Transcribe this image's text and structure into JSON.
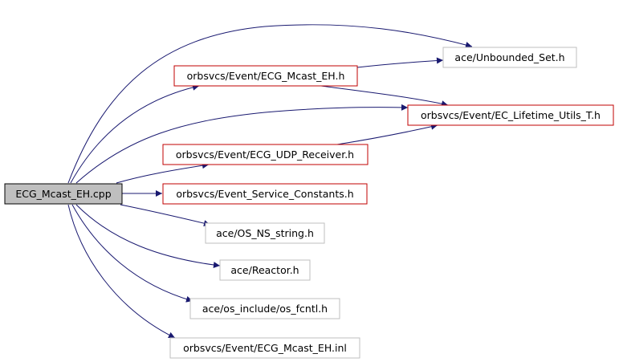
{
  "colors": {
    "root_fill": "#bfbfbf",
    "root_border": "#000000",
    "documented_border": "#c00000",
    "undocumented_border": "#bfbfbf",
    "edge": "#191970"
  },
  "nodes": [
    {
      "id": "root",
      "label": "ECG_Mcast_EH.cpp",
      "kind": "root"
    },
    {
      "id": "unbounded-set",
      "label": "ace/Unbounded_Set.h",
      "kind": "undocumented"
    },
    {
      "id": "ecg-mcast-eh-h",
      "label": "orbsvcs/Event/ECG_Mcast_EH.h",
      "kind": "documented"
    },
    {
      "id": "ec-lifetime-utils",
      "label": "orbsvcs/Event/EC_Lifetime_Utils_T.h",
      "kind": "documented"
    },
    {
      "id": "ecg-udp-receiver",
      "label": "orbsvcs/Event/ECG_UDP_Receiver.h",
      "kind": "documented"
    },
    {
      "id": "event-service-constants",
      "label": "orbsvcs/Event_Service_Constants.h",
      "kind": "documented"
    },
    {
      "id": "os-ns-string",
      "label": "ace/OS_NS_string.h",
      "kind": "undocumented"
    },
    {
      "id": "reactor",
      "label": "ace/Reactor.h",
      "kind": "undocumented"
    },
    {
      "id": "os-fcntl",
      "label": "ace/os_include/os_fcntl.h",
      "kind": "undocumented"
    },
    {
      "id": "ecg-mcast-eh-inl",
      "label": "orbsvcs/Event/ECG_Mcast_EH.inl",
      "kind": "undocumented"
    }
  ],
  "edges": [
    {
      "from": "root",
      "to": "unbounded-set"
    },
    {
      "from": "root",
      "to": "ecg-mcast-eh-h"
    },
    {
      "from": "root",
      "to": "ec-lifetime-utils"
    },
    {
      "from": "root",
      "to": "ecg-udp-receiver"
    },
    {
      "from": "root",
      "to": "event-service-constants"
    },
    {
      "from": "root",
      "to": "os-ns-string"
    },
    {
      "from": "root",
      "to": "reactor"
    },
    {
      "from": "root",
      "to": "os-fcntl"
    },
    {
      "from": "root",
      "to": "ecg-mcast-eh-inl"
    },
    {
      "from": "ecg-mcast-eh-h",
      "to": "unbounded-set"
    },
    {
      "from": "ecg-mcast-eh-h",
      "to": "ec-lifetime-utils"
    },
    {
      "from": "ecg-udp-receiver",
      "to": "ec-lifetime-utils"
    }
  ]
}
